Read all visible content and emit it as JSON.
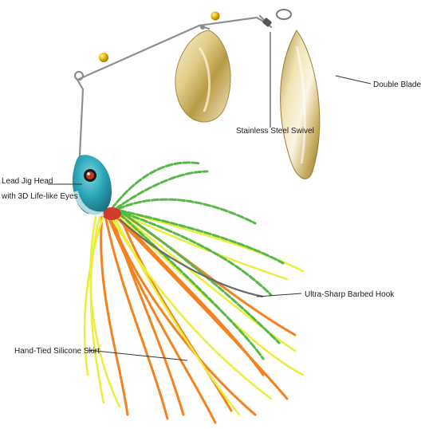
{
  "labels": {
    "double_blade": "Double Blade",
    "swivel": "Stainless Steel Swivel",
    "jig_head_line1": "Lead Jig Head",
    "jig_head_line2": "with 3D Life-like Eyes",
    "hook": "Ultra-Sharp Barbed Hook",
    "skirt": "Hand-Tied Silicone Skirt"
  },
  "colors": {
    "background": "#ffffff",
    "wire": "#9a9a9a",
    "blade_gold": "#d9c27a",
    "bead_gold": "#e0a800",
    "skirt_orange": "#f5821f",
    "skirt_yellow": "#e9ef3a",
    "skirt_green": "#58b847",
    "head_teal": "#2aa6b8"
  }
}
